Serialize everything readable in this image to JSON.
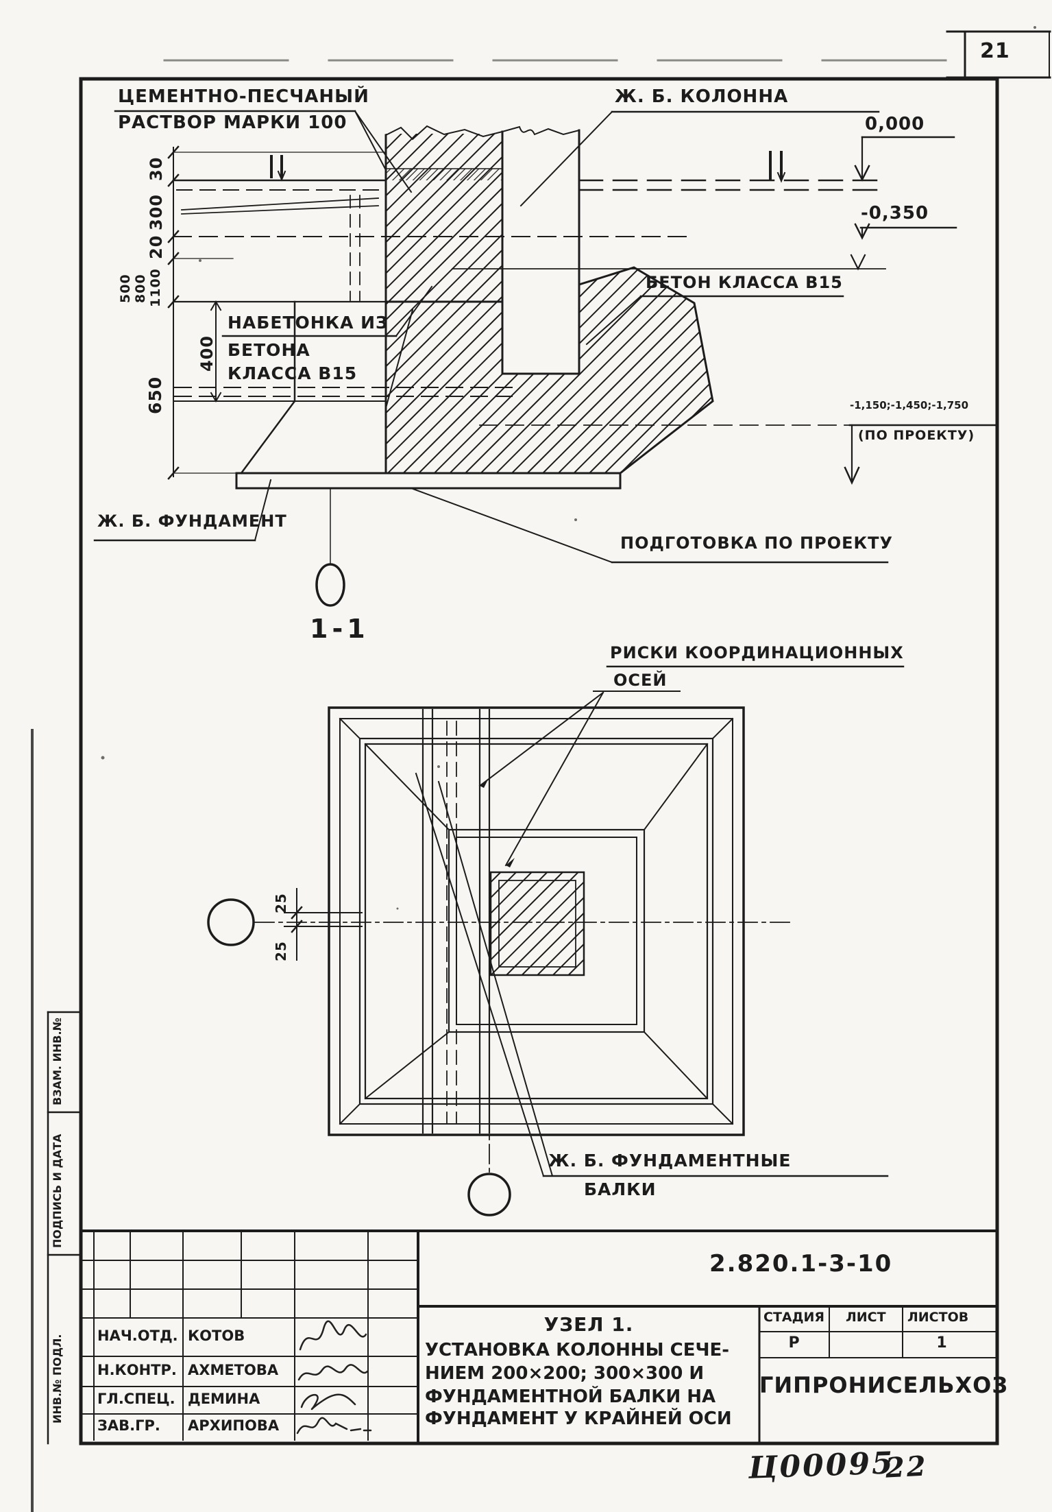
{
  "page": {
    "number": "21",
    "inventory_code": "Ц00095",
    "handwritten_page": "22"
  },
  "annotations": {
    "mortar_l1": "ЦЕМЕНТНО-ПЕСЧАНЫЙ",
    "mortar_l2": "РАСТВОР МАРКИ 100",
    "column": "Ж. Б. КОЛОННА",
    "level_zero": "0,000",
    "level_minus_035": "-0,350",
    "concrete_b15": "БЕТОН КЛАССА В15",
    "nabetonka_l1": "НАБЕТОНКА ИЗ",
    "nabetonka_l2": "БЕТОНА",
    "nabetonka_l3": "КЛАССА В15",
    "foundation": "Ж. Б. ФУНДАМЕНТ",
    "preparation": "ПОДГОТОВКА ПО ПРОЕКТУ",
    "project_levels": "-1,150;-1,450;-1,750",
    "project_levels_note": "(ПО ПРОЕКТУ)",
    "section_mark": "1-1",
    "axis_marks_l1": "РИСКИ КООРДИНАЦИОННЫХ",
    "axis_marks_l2": "ОСЕЙ",
    "beams_l1": "Ж. Б. ФУНДАМЕНТНЫЕ",
    "beams_l2": "БАЛКИ"
  },
  "dimensions": {
    "d30": "30",
    "d300": "300",
    "d20": "20",
    "d500": "500",
    "d800": "800",
    "d1100": "1100",
    "d400": "400",
    "d650": "650",
    "d25_top": "25",
    "d25_bottom": "25"
  },
  "title_block": {
    "doc_number": "2.820.1-3-10",
    "rows": [
      {
        "role": "НАЧ.ОТД.",
        "name": "КОТОВ"
      },
      {
        "role": "Н.КОНТР.",
        "name": "АХМЕТОВА"
      },
      {
        "role": "ГЛ.СПЕЦ.",
        "name": "ДЕМИНА"
      },
      {
        "role": "ЗАВ.ГР.",
        "name": "АРХИПОВА"
      }
    ],
    "subject_title": "УЗЕЛ 1.",
    "subject_l1": "УСТАНОВКА КОЛОННЫ СЕЧЕ-",
    "subject_l2": "НИЕМ 200×200; 300×300 И",
    "subject_l3": "ФУНДАМЕНТНОЙ БАЛКИ НА",
    "subject_l4": "ФУНДАМЕНТ У КРАЙНЕЙ ОСИ",
    "stage_label": "СТАДИЯ",
    "sheet_label": "ЛИСТ",
    "sheets_label": "ЛИСТОВ",
    "stage_value": "Р",
    "sheets_value": "1",
    "organization": "ГИПРОНИСЕЛЬХОЗ"
  },
  "margin_labels": {
    "top": "ВЗАМ. ИНВ.№",
    "middle": "ПОДПИСЬ И ДАТА",
    "bottom": "ИНВ.№ ПОДЛ."
  },
  "colors": {
    "ink": "#1c1c1c",
    "paper": "#f7f6f2"
  }
}
